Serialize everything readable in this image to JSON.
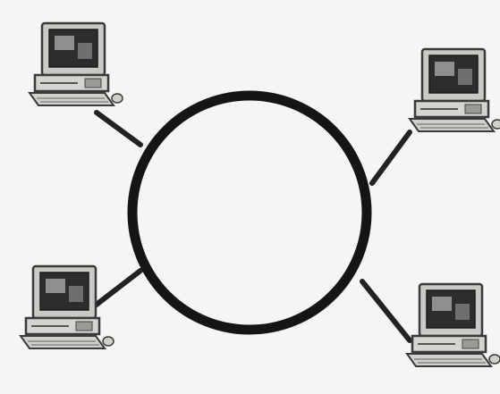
{
  "diagram": {
    "type": "ring-network-topology",
    "hub": {
      "shape": "ring",
      "name": "ring-network"
    },
    "nodes": [
      {
        "id": "pc-top-left",
        "icon": "desktop-computer-icon"
      },
      {
        "id": "pc-top-right",
        "icon": "desktop-computer-icon"
      },
      {
        "id": "pc-bottom-left",
        "icon": "desktop-computer-icon"
      },
      {
        "id": "pc-bottom-right",
        "icon": "desktop-computer-icon"
      }
    ],
    "links": [
      {
        "from": "pc-top-left",
        "to": "ring-network"
      },
      {
        "from": "pc-top-right",
        "to": "ring-network"
      },
      {
        "from": "pc-bottom-left",
        "to": "ring-network"
      },
      {
        "from": "pc-bottom-right",
        "to": "ring-network"
      }
    ]
  },
  "colors": {
    "background": "#f5f5f3",
    "ring": "#151515",
    "link": "#222222",
    "monitor_body": "#c9c9c6",
    "screen": "#2d2d2d",
    "screen_window": "#8f8f8f",
    "outline": "#3a3a3a"
  }
}
